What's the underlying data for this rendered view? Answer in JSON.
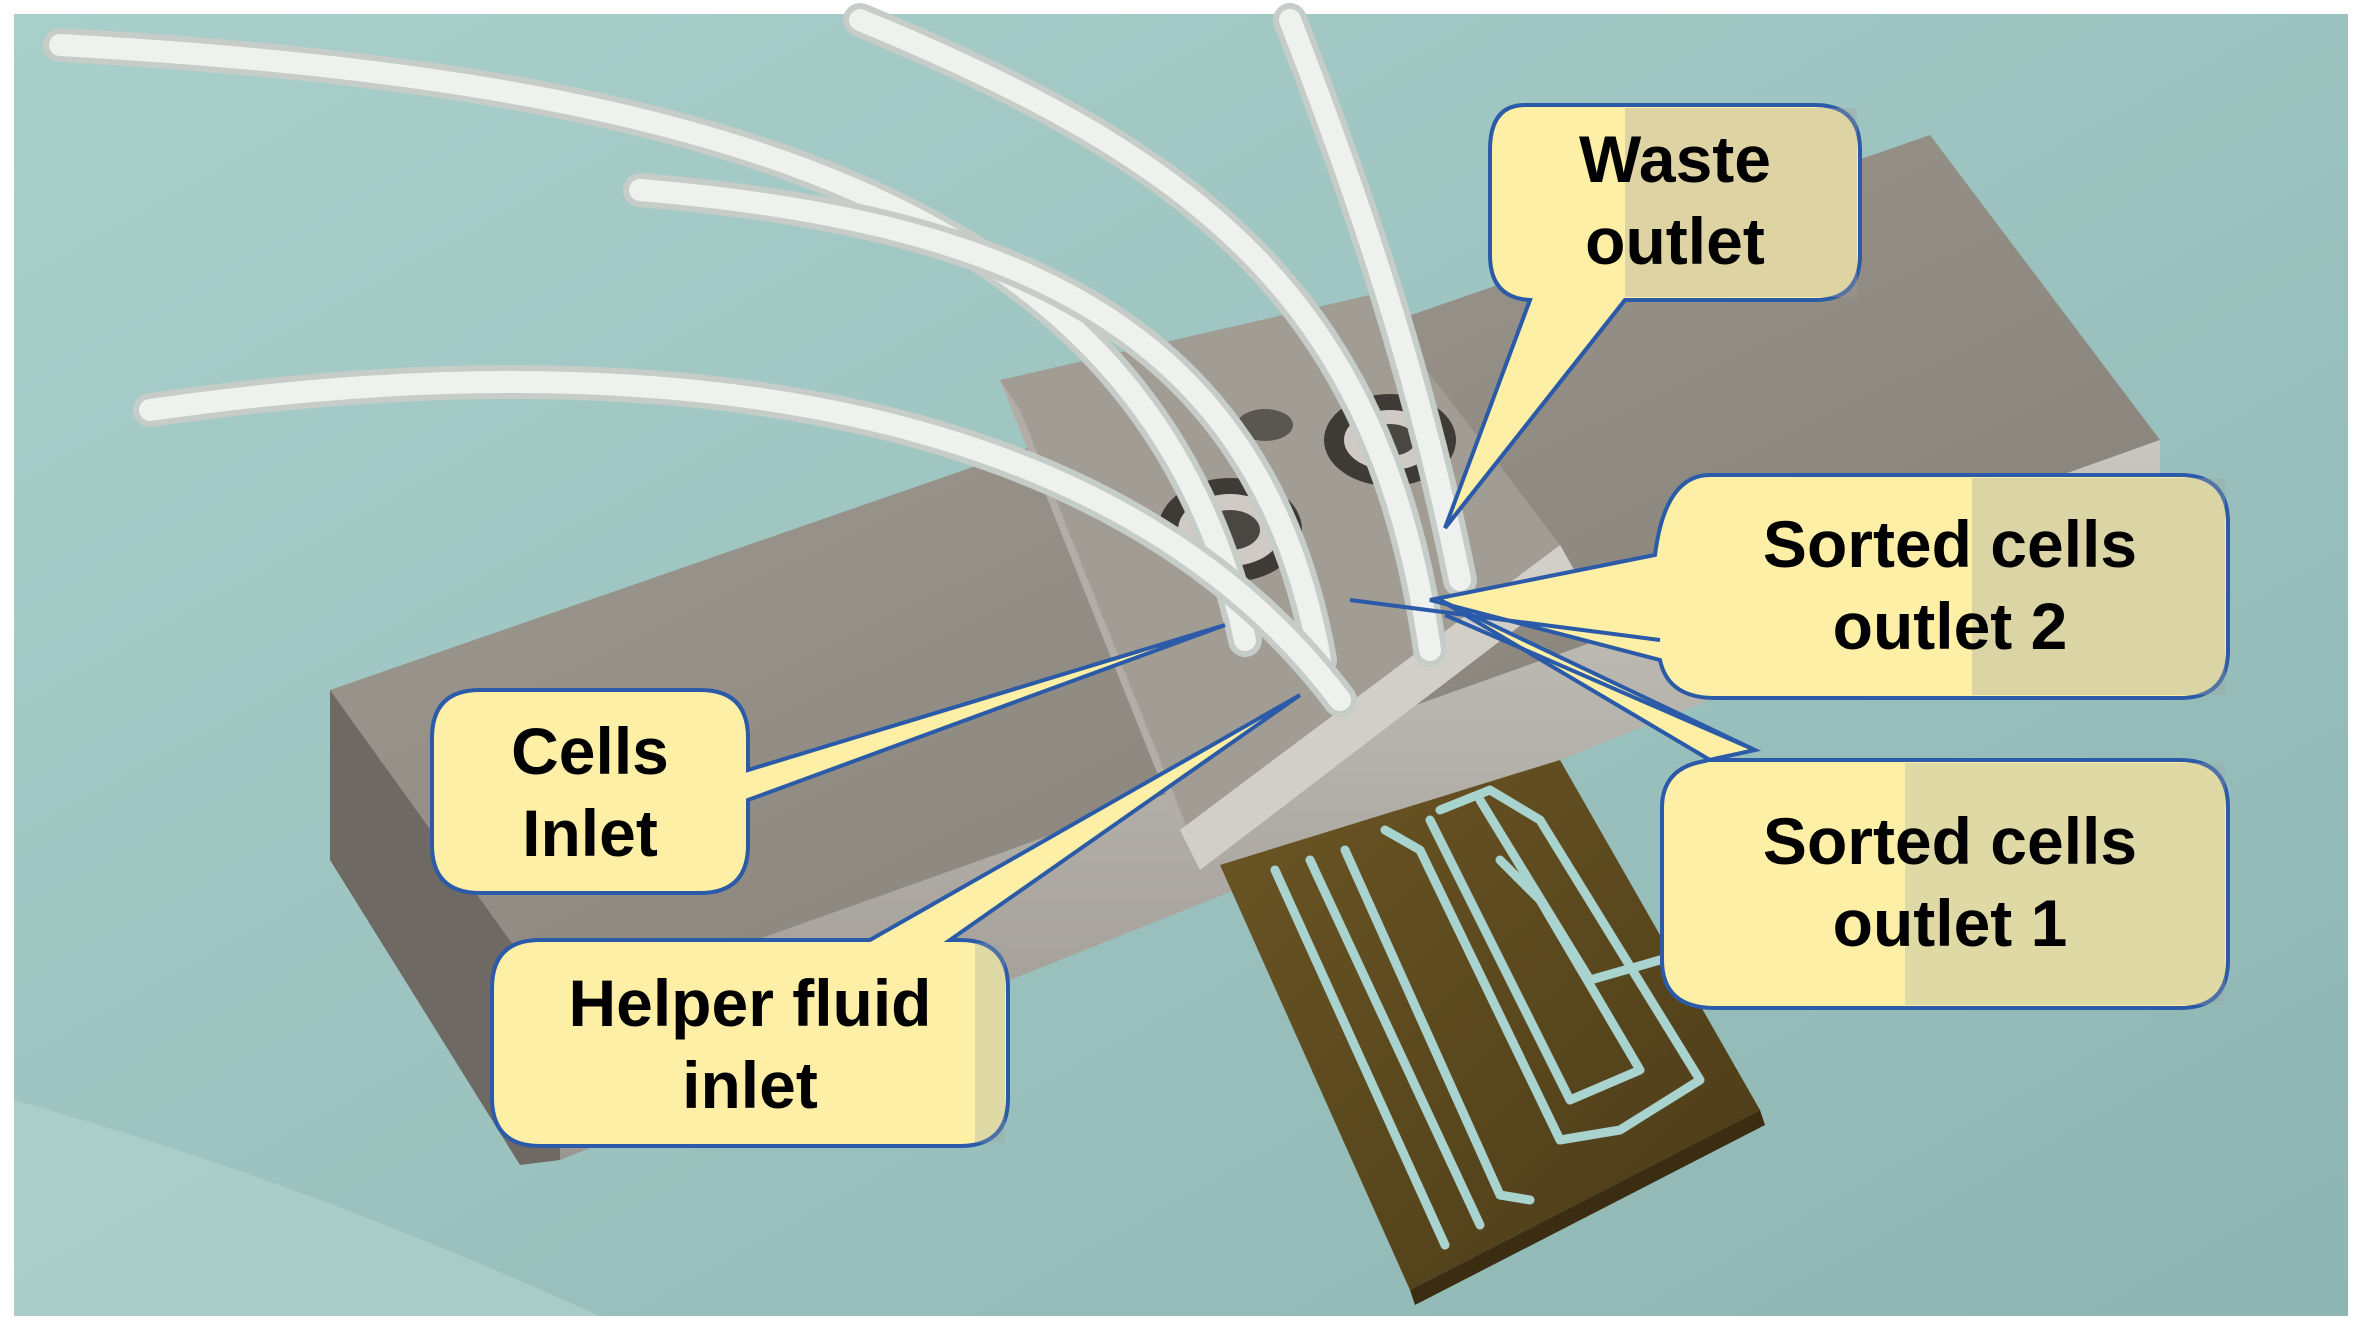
{
  "labels": {
    "waste": [
      "Waste",
      "outlet"
    ],
    "sorted2": [
      "Sorted cells",
      "outlet 2"
    ],
    "sorted1": [
      "Sorted cells",
      "outlet 1"
    ],
    "cells": [
      "Cells",
      "Inlet"
    ],
    "helper": [
      "Helper fluid",
      "inlet"
    ]
  },
  "colors": {
    "callout_fill": "#FDEFA6",
    "callout_stroke": "#2B5BA8",
    "background": "#9FC6C2",
    "metal": "#8F8A82",
    "chip": "#5C4A1E",
    "channel": "#A9D3CF",
    "tubing": "#E8ECE8"
  }
}
